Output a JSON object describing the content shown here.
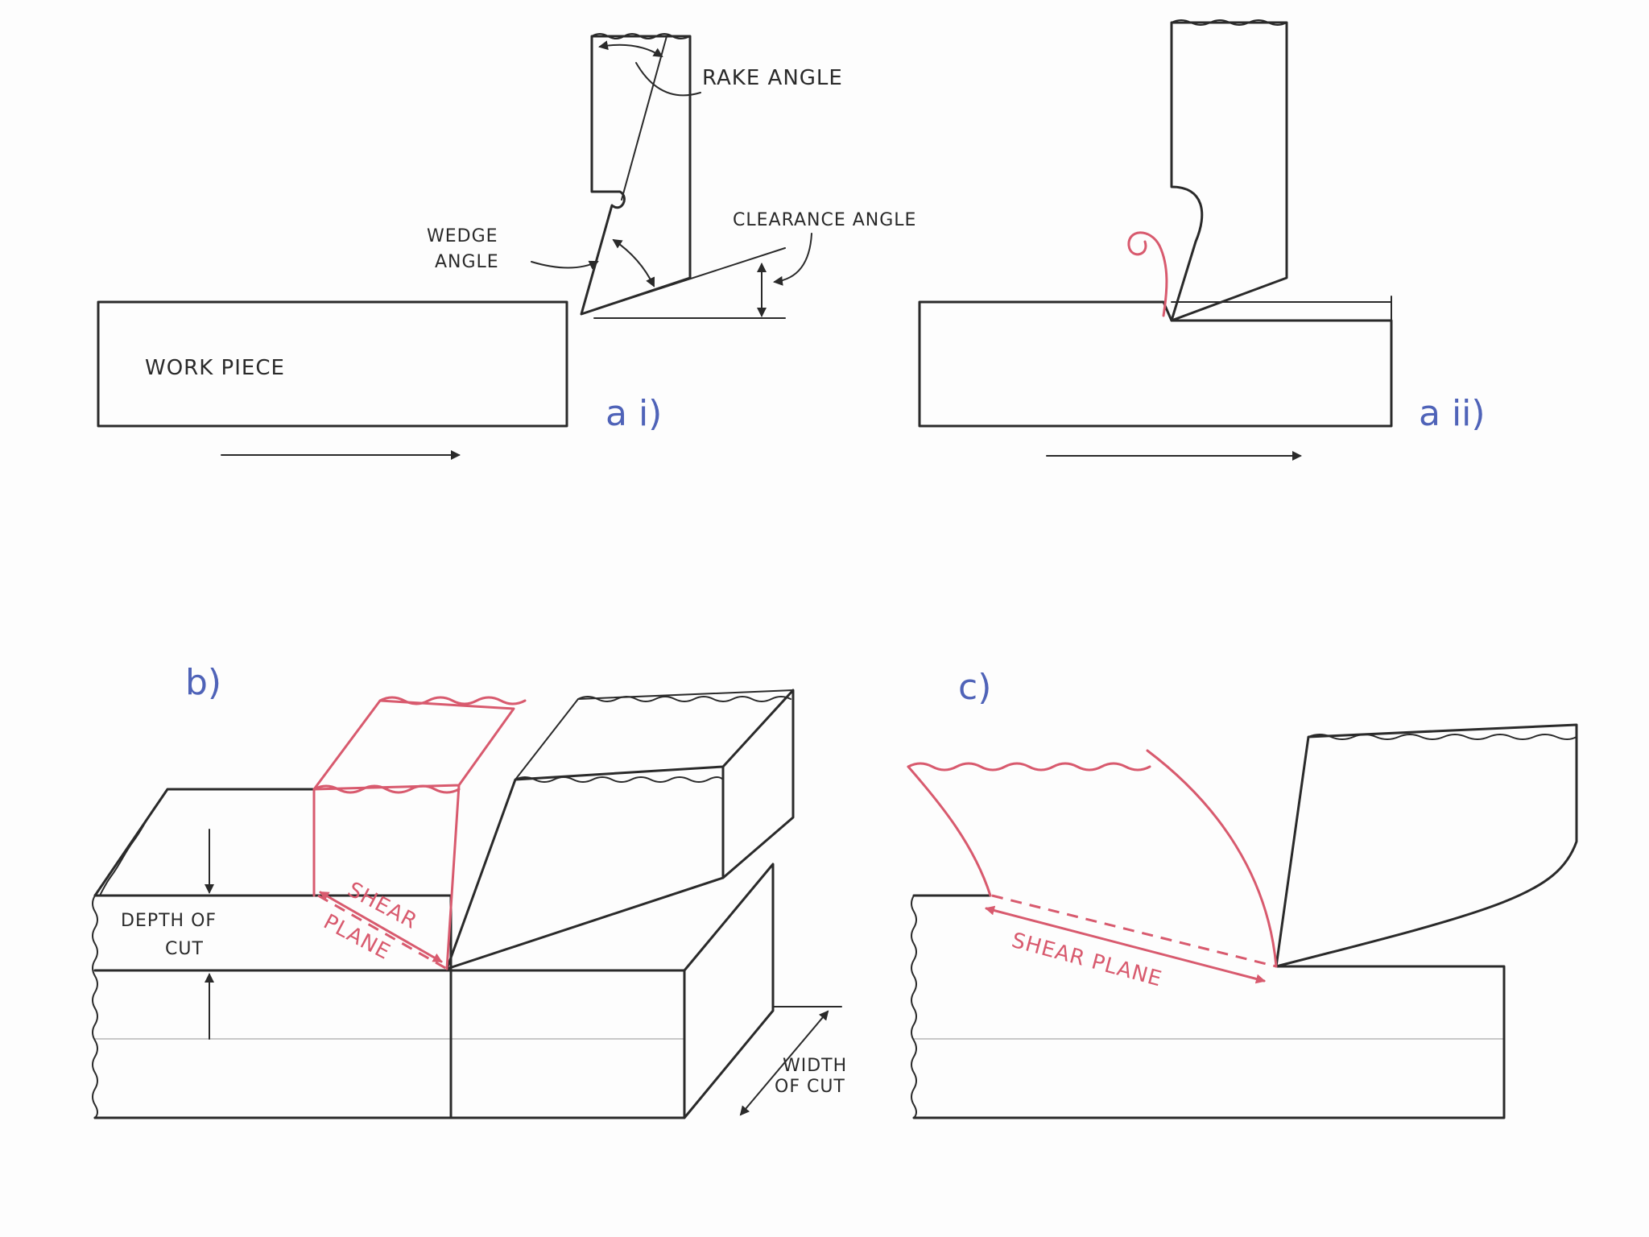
{
  "labels": {
    "rake_angle": "RAKE ANGLE",
    "clearance_angle": "CLEARANCE ANGLE",
    "wedge": "WEDGE",
    "angle": "ANGLE",
    "workpiece": "WORK PIECE",
    "depth_of": "DEPTH OF",
    "cut": "CUT",
    "shear": "SHEAR",
    "plane": "PLANE",
    "shear_plane": "SHEAR PLANE",
    "width": "WIDTH",
    "of_cut": "OF CUT"
  },
  "panels": {
    "ai": "a i)",
    "aii": "a ii)",
    "b": "b)",
    "c": "c)"
  },
  "colors": {
    "ink": "#2a2a2a",
    "chip": "#d85a6e",
    "panel_tag": "#4f63b8"
  }
}
